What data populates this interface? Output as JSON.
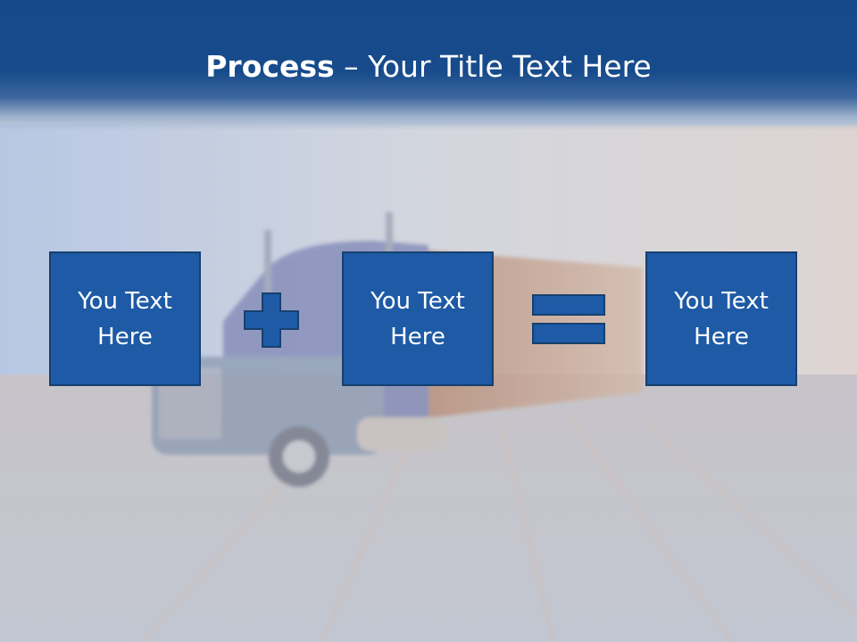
{
  "slide": {
    "title_strong": "Process",
    "title_rest": " – Your Title Text Here",
    "boxes": [
      {
        "text": "You Text Here"
      },
      {
        "text": "You Text Here"
      },
      {
        "text": "You Text Here"
      }
    ],
    "operators": [
      "plus-icon",
      "equals-icon"
    ]
  },
  "colors": {
    "header": "#174b8b",
    "box_fill": "#1e5aa5",
    "box_border": "#16406f",
    "text": "#ffffff"
  }
}
